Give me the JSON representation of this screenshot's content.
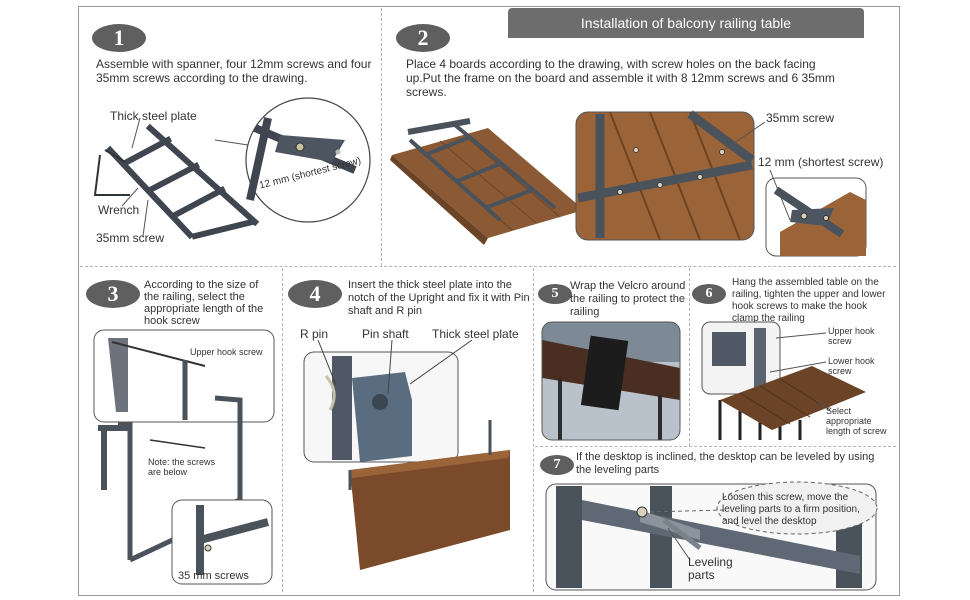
{
  "header": {
    "title": "Installation  of balcony railing table"
  },
  "steps": [
    {
      "number": "1",
      "text": "Assemble with spanner, four 12mm screws and four 35mm screws according to the drawing.",
      "labels": {
        "plate": "Thick steel plate",
        "wrench": "Wrench",
        "screw35": "35mm screw",
        "screw12": "12 mm (shortest screw)"
      }
    },
    {
      "number": "2",
      "text": "Place 4 boards according to the drawing, with screw holes on the back facing up.Put the frame on the board and assemble it with 8 12mm screws and 6 35mm screws.",
      "labels": {
        "screw35": "35mm screw",
        "screw12": "12 mm (shortest screw)"
      }
    },
    {
      "number": "3",
      "text": "According to the size of the railing, select the appropriate length of the hook screw",
      "labels": {
        "upper": "Upper hook screw",
        "note": "Note: the screws are below",
        "screw35": "35 mm screws"
      }
    },
    {
      "number": "4",
      "text": "Insert the thick steel plate into the notch of the Upright and fix it with Pin shaft and R pin",
      "labels": {
        "rpin": "R pin",
        "pinshaft": "Pin shaft",
        "plate": "Thick steel plate"
      }
    },
    {
      "number": "5",
      "text": "Wrap the Velcro around the railing to protect the railing"
    },
    {
      "number": "6",
      "text": "Hang the assembled table on the railing, tighten the upper and lower hook screws to make the hook clamp the railing",
      "labels": {
        "upper": "Upper hook screw",
        "lower": "Lower hook screw",
        "select": "Select appropriate length of  screw"
      }
    },
    {
      "number": "7",
      "text": "If the desktop is inclined, the desktop can be leveled by using the leveling parts",
      "labels": {
        "callout": "Loosen this screw, move the leveling parts to a firm position, and level the desktop",
        "leveling": "Leveling parts"
      }
    }
  ]
}
